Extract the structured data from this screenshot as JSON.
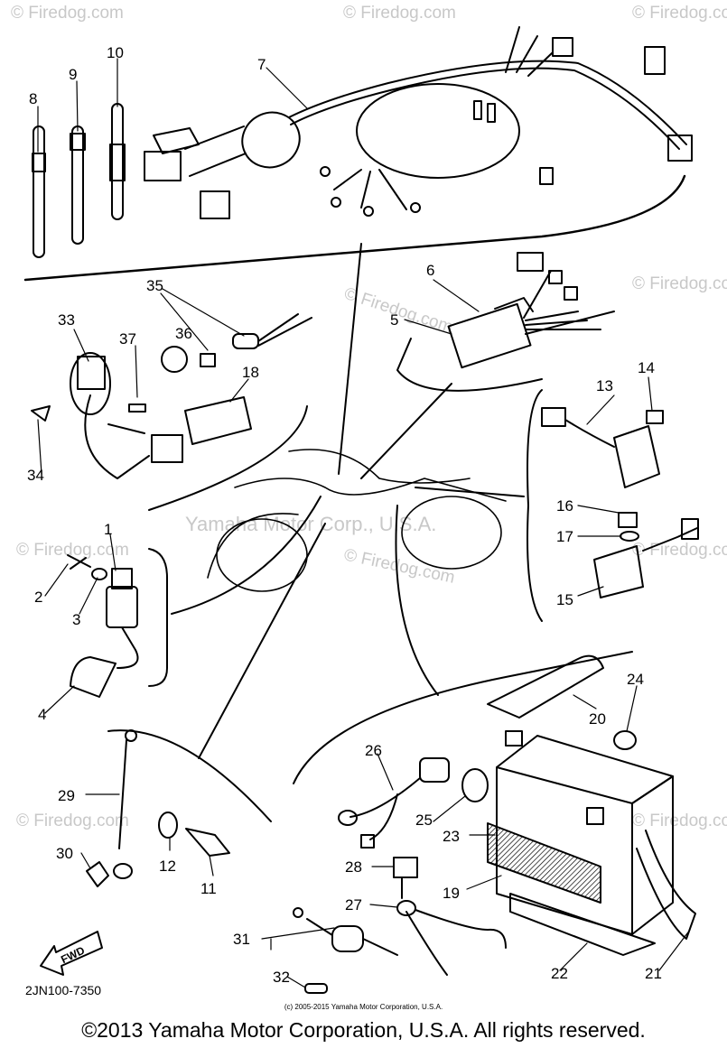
{
  "watermarks": {
    "site": "© Firedog.com",
    "corp": "Yamaha Motor Corp., U.S.A."
  },
  "callouts": [
    "1",
    "2",
    "3",
    "4",
    "5",
    "6",
    "7",
    "8",
    "9",
    "10",
    "11",
    "12",
    "13",
    "14",
    "15",
    "16",
    "17",
    "18",
    "19",
    "20",
    "21",
    "22",
    "23",
    "24",
    "25",
    "26",
    "27",
    "28",
    "29",
    "30",
    "31",
    "32",
    "33",
    "34",
    "35",
    "36",
    "37"
  ],
  "arrow_label": "FWD",
  "diagram_code": "2JN100-7350",
  "small_copyright": "(c) 2005-2015 Yamaha Motor Corporation, U.S.A.",
  "footer_copyright": "©2013 Yamaha Motor Corporation, U.S.A. All rights reserved."
}
